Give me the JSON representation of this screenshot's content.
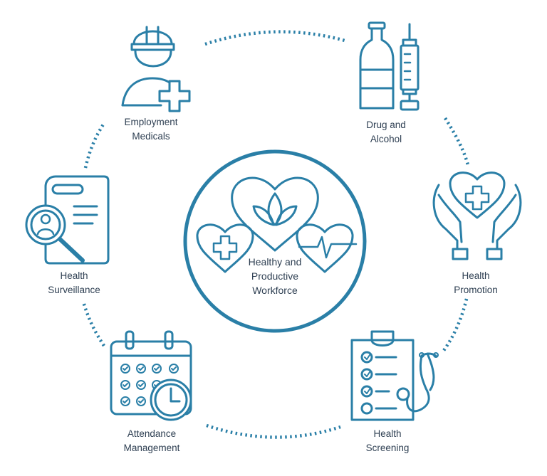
{
  "center": {
    "line1": "Healthy and",
    "line2": "Productive",
    "line3": "Workforce",
    "icon": "hearts-icon"
  },
  "nodes": [
    {
      "id": "employment-medicals",
      "line1": "Employment",
      "line2": "Medicals",
      "icon": "worker-medical-icon"
    },
    {
      "id": "drug-and-alcohol",
      "line1": "Drug and",
      "line2": "Alcohol",
      "icon": "bottle-syringe-icon"
    },
    {
      "id": "health-promotion",
      "line1": "Health",
      "line2": "Promotion",
      "icon": "hands-heart-icon"
    },
    {
      "id": "health-screening",
      "line1": "Health",
      "line2": "Screening",
      "icon": "clipboard-stethoscope-icon"
    },
    {
      "id": "attendance-management",
      "line1": "Attendance",
      "line2": "Management",
      "icon": "calendar-clock-icon"
    },
    {
      "id": "health-surveillance",
      "line1": "Health",
      "line2": "Surveillance",
      "icon": "document-magnifier-icon"
    }
  ],
  "colors": {
    "primary": "#2a7fa7",
    "text": "#2e3f52",
    "background": "#ffffff"
  }
}
